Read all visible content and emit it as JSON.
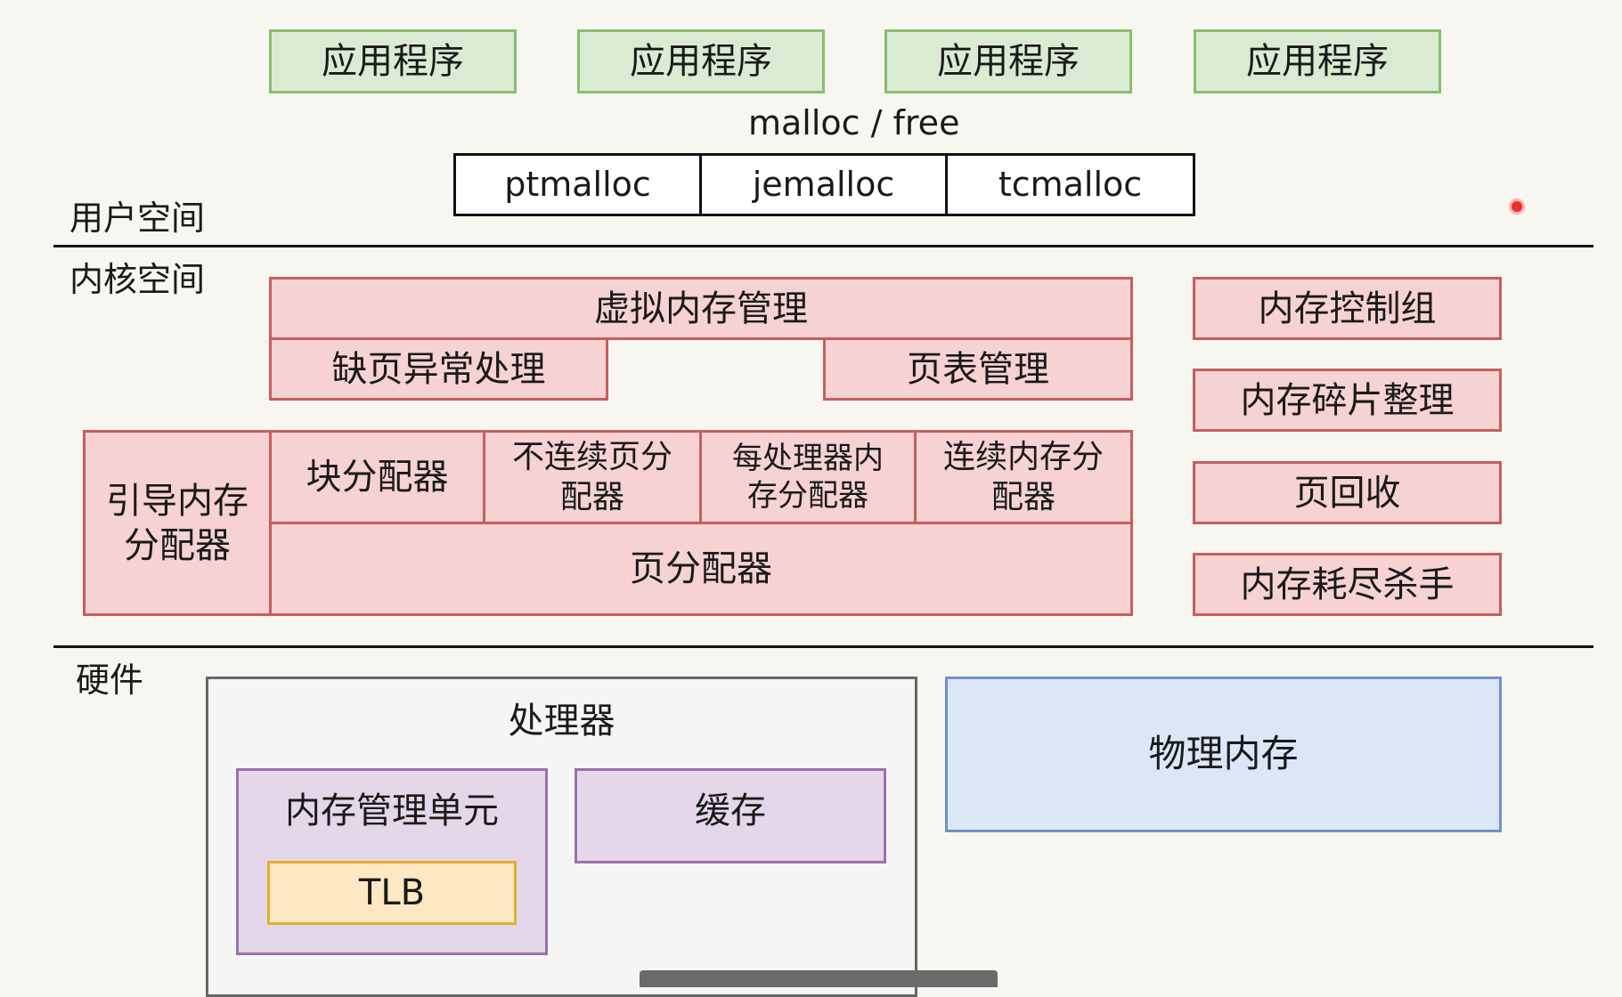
{
  "apps": [
    "应用程序",
    "应用程序",
    "应用程序",
    "应用程序"
  ],
  "api_label": "malloc / free",
  "libs": [
    "ptmalloc",
    "jemalloc",
    "tcmalloc"
  ],
  "regions": {
    "user": "用户空间",
    "kernel": "内核空间",
    "hardware": "硬件"
  },
  "kernel": {
    "virtual_memory": "虚拟内存管理",
    "page_fault": "缺页异常处理",
    "page_table": "页表管理",
    "boot_allocator": "引导内存分配器",
    "block_allocator": "块分配器",
    "vmalloc": "不连续页分配器",
    "per_cpu_allocator": "每处理器内存分配器",
    "cma": "连续内存分配器",
    "page_allocator": "页分配器",
    "side": [
      "内存控制组",
      "内存碎片整理",
      "页回收",
      "内存耗尽杀手"
    ]
  },
  "hardware": {
    "processor": "处理器",
    "mmu": "内存管理单元",
    "tlb": "TLB",
    "cache": "缓存",
    "physical_memory": "物理内存"
  },
  "colors": {
    "app_fill": "#d9ecd3",
    "app_border": "#86c06c",
    "kernel_fill": "#f6d2d2",
    "kernel_border": "#c75d5d",
    "mmu_fill": "#e4d7ea",
    "tlb_fill": "#fde8c3",
    "memory_fill": "#dbe7f6"
  }
}
